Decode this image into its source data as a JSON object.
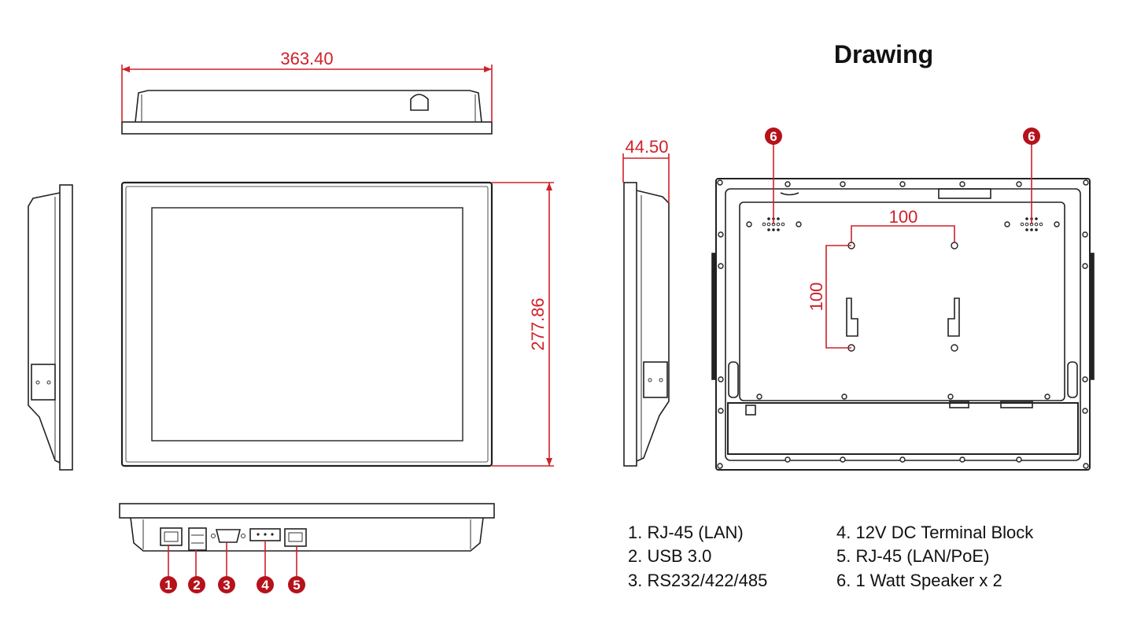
{
  "title": "Drawing",
  "dimensions": {
    "width": "363.40",
    "height": "277.86",
    "depth": "44.50",
    "vesa_horizontal": "100",
    "vesa_vertical": "100"
  },
  "callouts": [
    "1",
    "2",
    "3",
    "4",
    "5",
    "6"
  ],
  "legend": [
    "1. RJ-45 (LAN)",
    "2. USB 3.0",
    "3. RS232/422/485",
    "4. 12V DC Terminal Block",
    "5. RJ-45 (LAN/PoE)",
    "6. 1 Watt Speaker x 2"
  ],
  "colors": {
    "accent": "#d0202a",
    "callout": "#b5121b",
    "line": "#222222"
  }
}
